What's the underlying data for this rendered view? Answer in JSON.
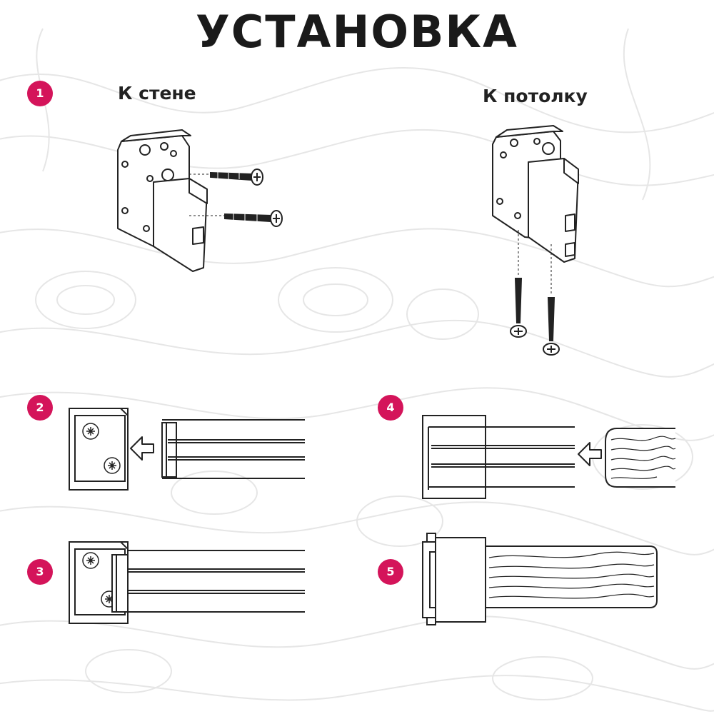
{
  "title": "УСТАНОВКА",
  "labels": {
    "wall": "К стене",
    "ceiling": "К потолку"
  },
  "steps": [
    "1",
    "2",
    "3",
    "4",
    "5"
  ],
  "colors": {
    "accent": "#d4145a",
    "line": "#222222",
    "texture": "#e6e6e6"
  },
  "icons": [
    "bracket-icon",
    "screw-icon",
    "arrow-left-icon",
    "rail-icon",
    "wooden-cap-icon"
  ]
}
